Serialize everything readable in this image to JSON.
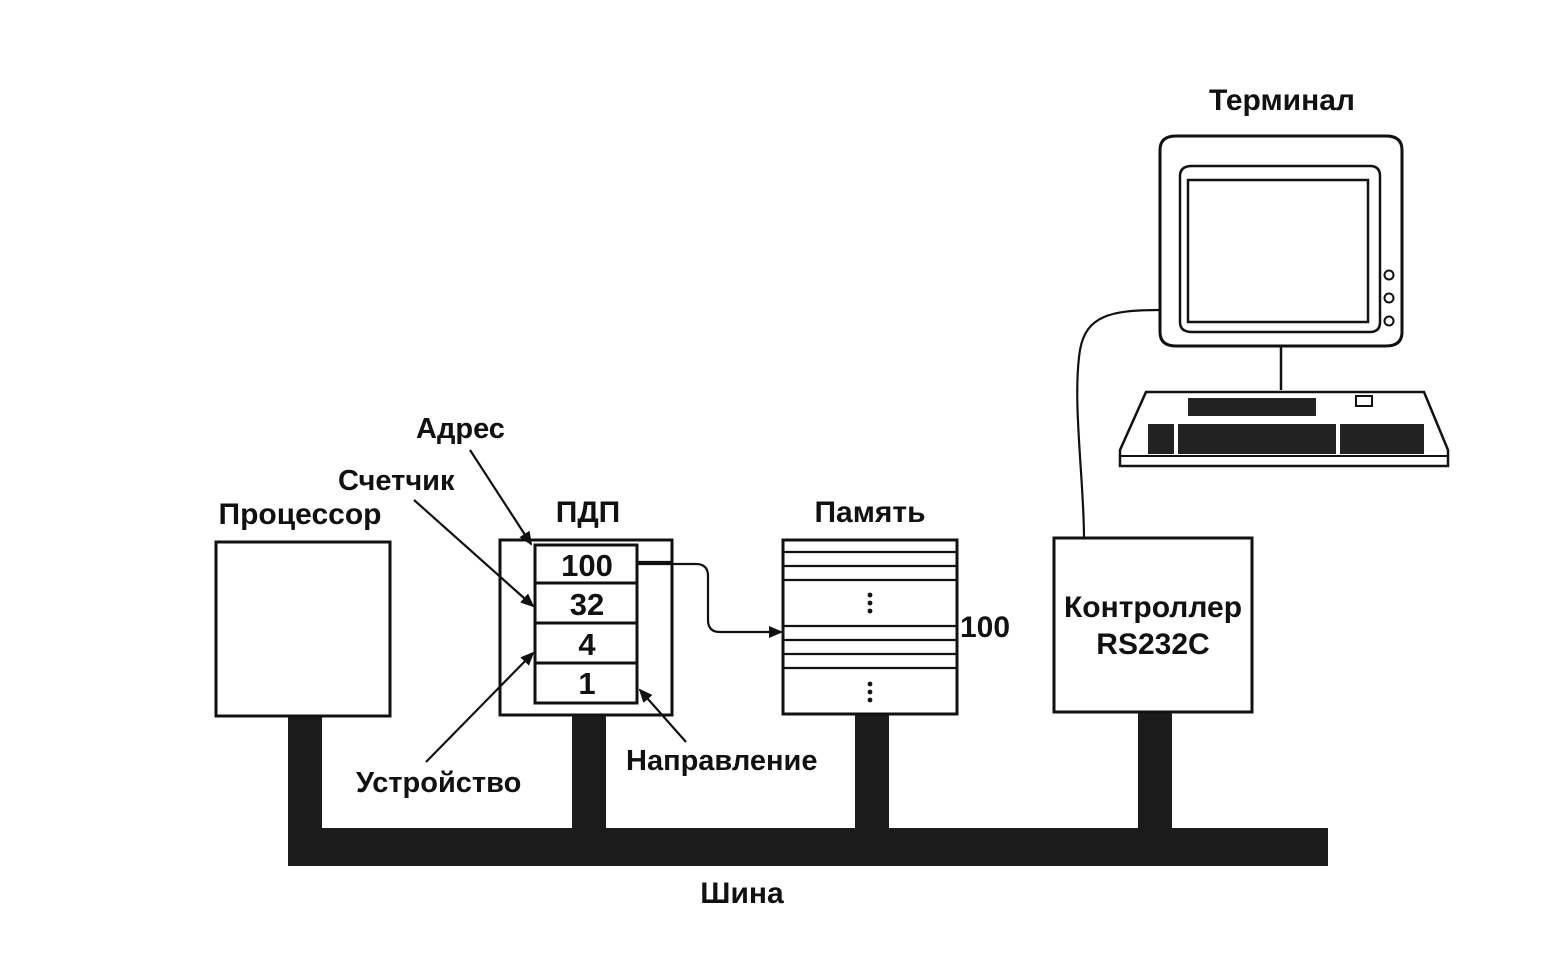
{
  "labels": {
    "terminal": "Терминал",
    "address": "Адрес",
    "counter": "Счетчик",
    "processor": "Процессор",
    "dma": "ПДП",
    "memory": "Память",
    "memory_address": "100",
    "controller_line1": "Контроллер",
    "controller_line2": "RS232C",
    "direction": "Направление",
    "device": "Устройство",
    "bus": "Шина"
  },
  "dma_registers": [
    "100",
    "32",
    "4",
    "1"
  ],
  "colors": {
    "ink": "#111111",
    "bus": "#1b1b1b",
    "background": "#ffffff"
  }
}
